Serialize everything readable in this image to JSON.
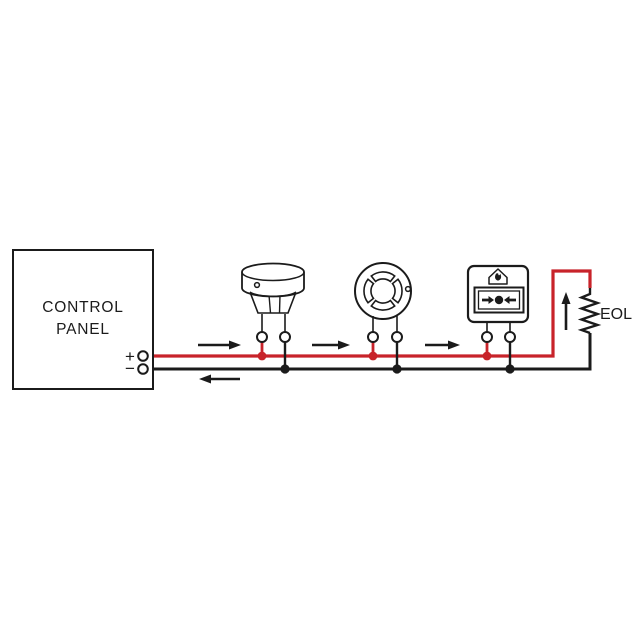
{
  "panel": {
    "label_line1": "CONTROL",
    "label_line2": "PANEL",
    "positive_terminal_label": "+",
    "negative_terminal_label": "−"
  },
  "eol_resistor": {
    "label": "EOL"
  },
  "colors": {
    "positive_wire": "#c8232a",
    "negative_wire": "#1b1b1b"
  },
  "icons": {
    "device_1": "smoke-detector-side-icon",
    "device_2": "smoke-detector-top-icon",
    "device_3": "manual-call-point-icon",
    "termination": "eol-resistor-icon",
    "flow_forward": "arrow-right-icon",
    "flow_return": "arrow-left-icon",
    "flow_up": "arrow-up-icon"
  }
}
